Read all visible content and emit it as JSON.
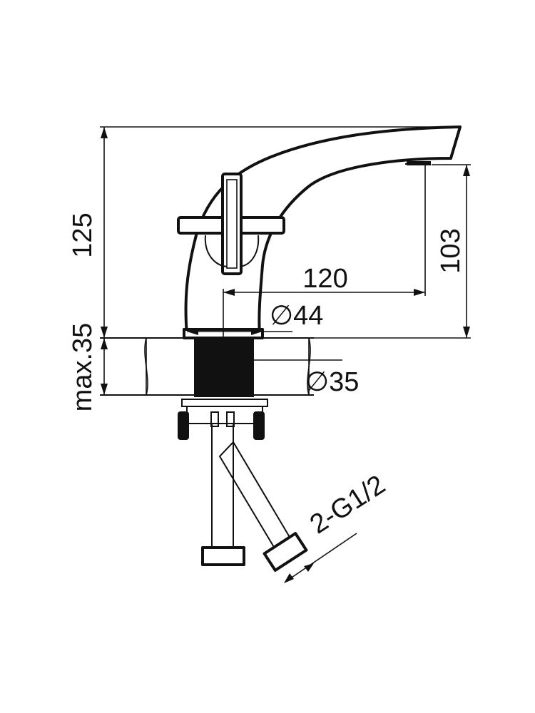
{
  "drawing": {
    "dimensions": {
      "total_height": "125",
      "spout_height": "103",
      "spout_reach": "120",
      "base_diameter": "∅44",
      "hole_diameter": "∅35",
      "max_thickness": "max.35",
      "connection": "2-G1/2"
    }
  }
}
